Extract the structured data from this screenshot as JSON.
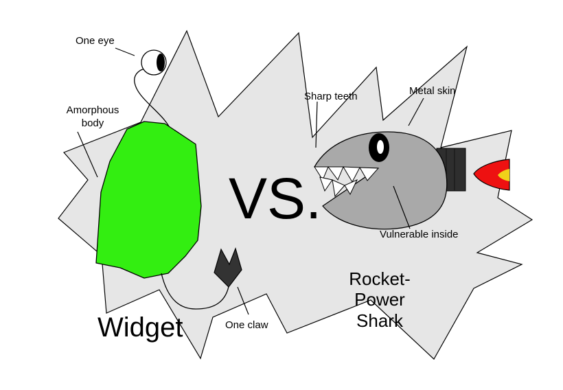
{
  "labels": {
    "one_eye": "One eye",
    "amorphous_line1": "Amorphous",
    "amorphous_line2": "body",
    "sharp_teeth": "Sharp teeth",
    "metal_skin": "Metal skin",
    "vulnerable_inside": "Vulnerable inside",
    "one_claw": "One claw"
  },
  "titles": {
    "versus": "VS.",
    "widget": "Widget",
    "shark_line1": "Rocket-",
    "shark_line2": "Power",
    "shark_line3": "Shark"
  },
  "colors": {
    "background": "#ffffff",
    "burst_fill": "#e6e6e6",
    "widget_body": "#33ee11",
    "shark_body": "#a9a9a9",
    "rocket_band": "#2e2e2e",
    "flame_outer": "#ee1111",
    "flame_inner": "#f0d21a",
    "outline": "#000000"
  }
}
